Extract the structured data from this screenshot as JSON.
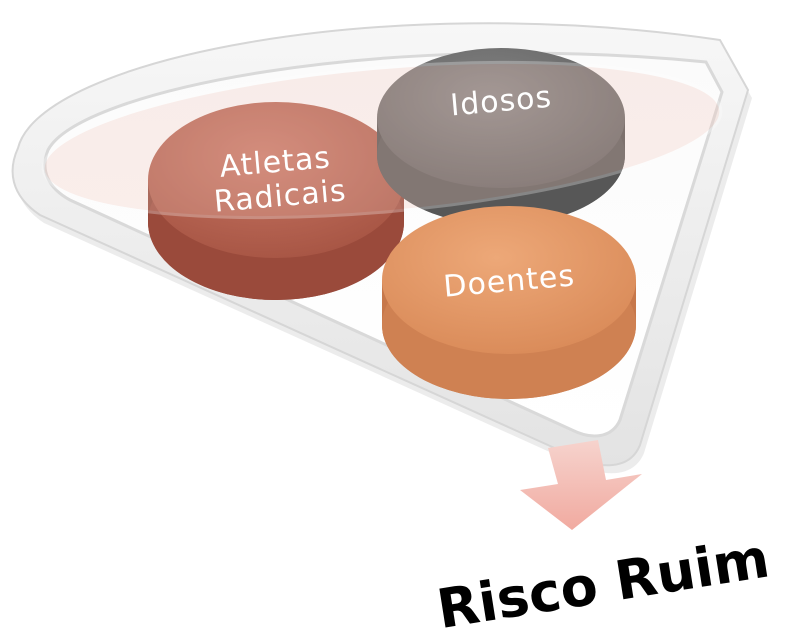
{
  "diagram": {
    "groups": [
      {
        "id": "radical-athletes",
        "lines": [
          "Atletas",
          "Radicais"
        ],
        "color": "#b5614f"
      },
      {
        "id": "elderly",
        "lines": [
          "Idosos"
        ],
        "color": "#6e6e6e"
      },
      {
        "id": "sick",
        "lines": [
          "Doentes"
        ],
        "color": "#e4996a"
      }
    ],
    "output_label": "Risco Ruim",
    "funnel_color": "#e9e9e9",
    "arrow_color": "#f4b8b0"
  }
}
